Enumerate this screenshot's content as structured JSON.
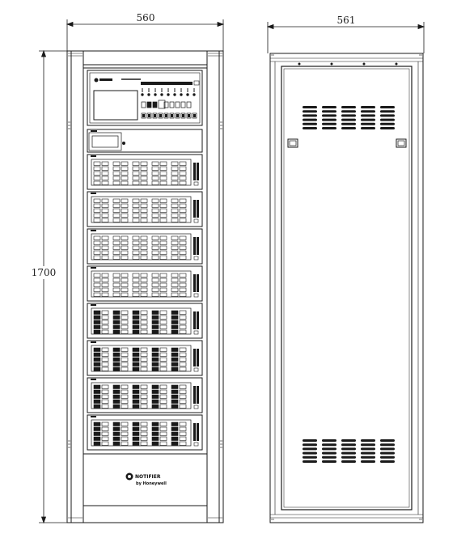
{
  "front_view": {
    "width_label": "560",
    "height_label": "1700",
    "logo": {
      "line1": "NOTIFIER",
      "line2": "by Honeywell"
    },
    "module_count": 8
  },
  "side_view": {
    "width_label": "561"
  },
  "colors": {
    "line": "#1a1a1a",
    "panel_fill": "#ffffff",
    "dark_fill": "#2a2a2a"
  }
}
